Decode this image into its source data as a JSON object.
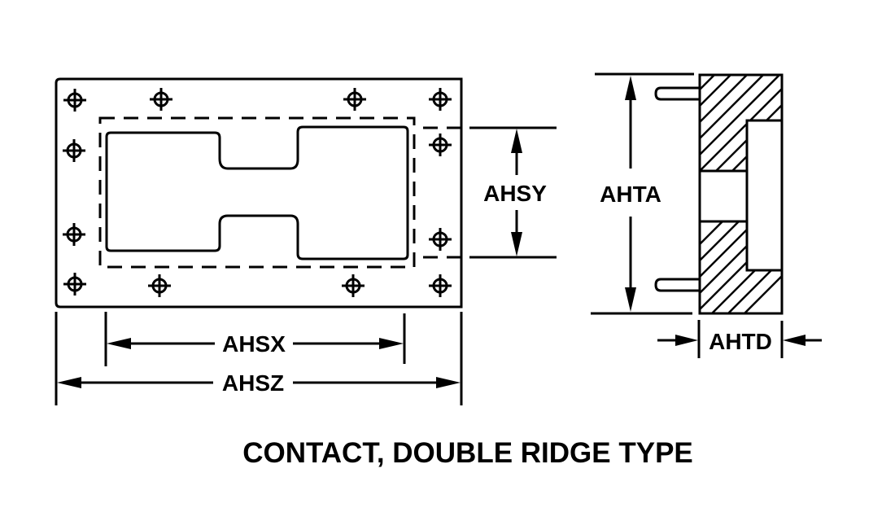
{
  "diagram": {
    "title": "CONTACT, DOUBLE RIDGE TYPE",
    "background": "#ffffff",
    "line_color": "#000000",
    "front_view": {
      "mounting_holes": 12,
      "dimensions": {
        "width_inner": "AHSX",
        "width_overall": "AHSZ",
        "height_inner": "AHSY"
      }
    },
    "side_view": {
      "dimensions": {
        "height_overall": "AHTA",
        "thickness": "AHTD"
      }
    }
  }
}
